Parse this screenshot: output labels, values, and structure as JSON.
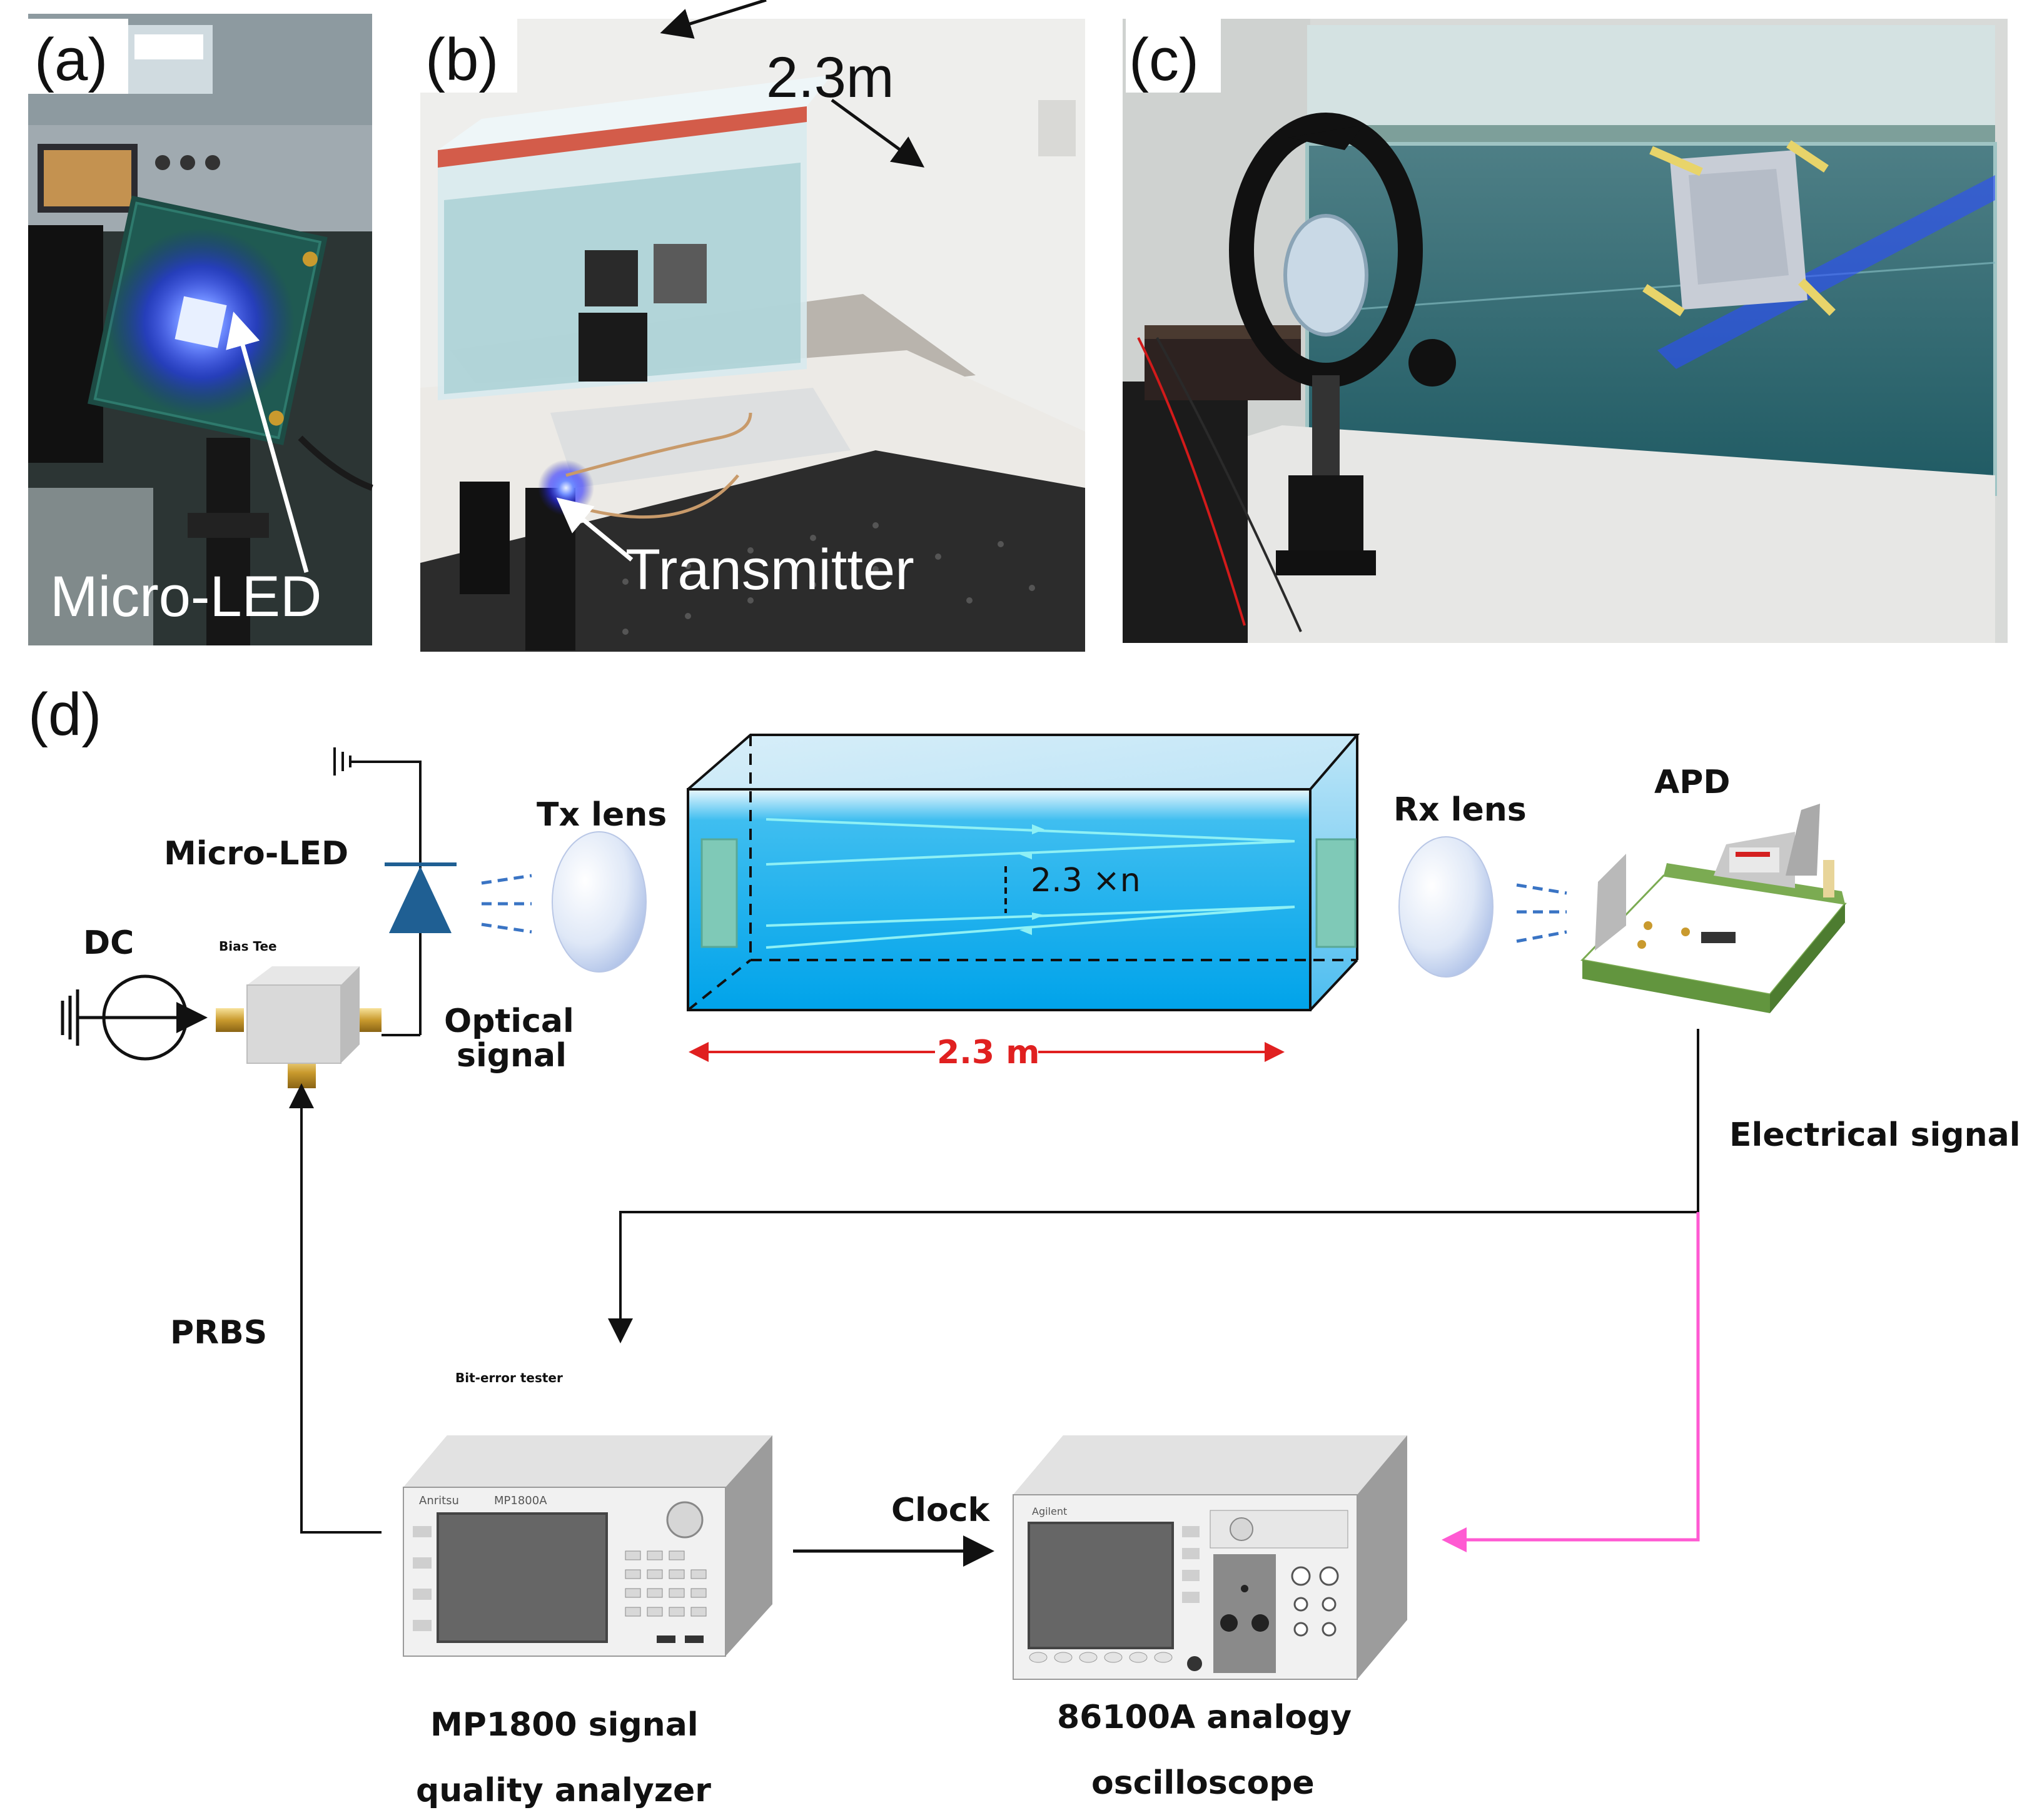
{
  "panels": {
    "a": {
      "label": "(a)",
      "caption": "Micro-LED"
    },
    "b": {
      "label": "(b)",
      "distance": "2.3m",
      "caption": "Transmitter"
    },
    "c": {
      "label": "(c)"
    },
    "d": {
      "label": "(d)"
    }
  },
  "diagram": {
    "micro_led": "Micro-LED",
    "dc": "DC",
    "bias_tee": "Bias Tee",
    "optical_signal_1": "Optical",
    "optical_signal_2": "signal",
    "tx_lens": "Tx lens",
    "rx_lens": "Rx lens",
    "apd": "APD",
    "tank_path": "2.3 ×n",
    "tank_length": "2.3 m",
    "electrical_signal": "Electrical signal",
    "prbs": "PRBS",
    "bit_error_tester": "Bit-error tester",
    "clock": "Clock",
    "mp1800_1": "MP1800 signal",
    "mp1800_2": "quality analyzer",
    "scope_1": "86100A analogy",
    "scope_2": "oscilloscope",
    "mp1800_brand": "Anritsu",
    "mp1800_model": "MP1800A",
    "scope_brand": "Agilent"
  },
  "colors": {
    "water": "#1aa8e8",
    "beam": "#7fe9f0",
    "magenta_line": "#ff5ad2",
    "red_arrow": "#e02020",
    "diode": "#1f5f93"
  }
}
